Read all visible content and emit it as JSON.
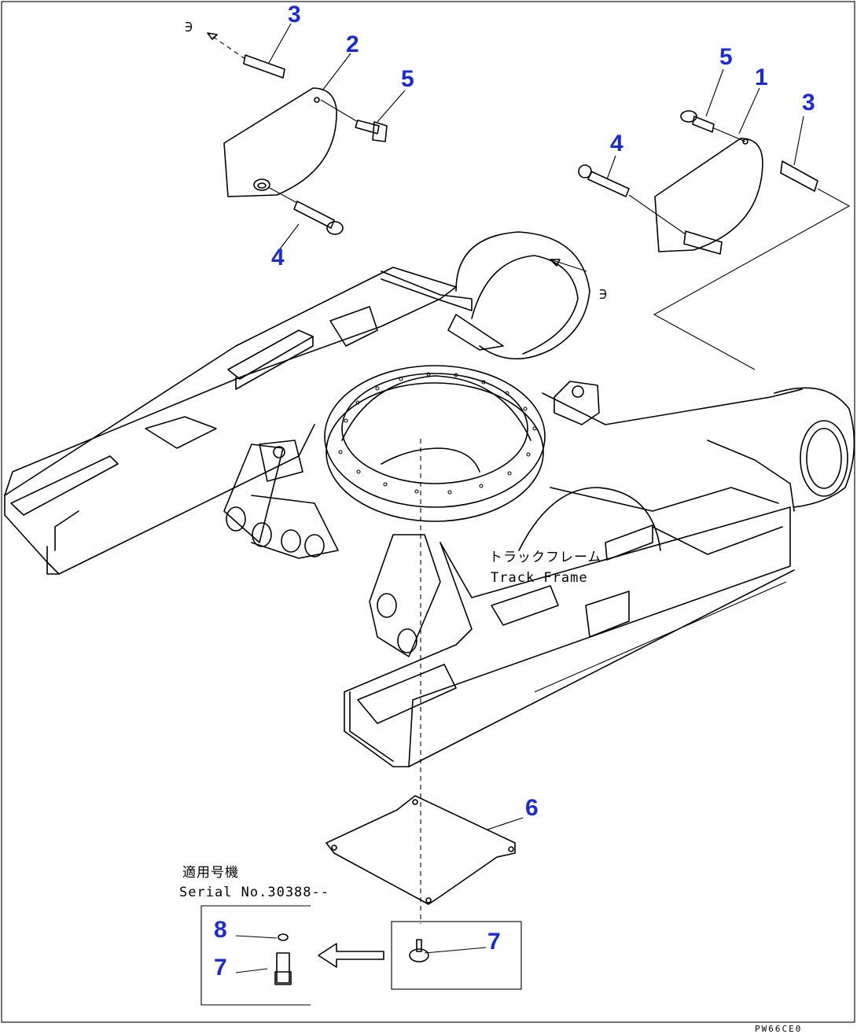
{
  "callouts": {
    "c1": "1",
    "c2": "2",
    "c3a": "3",
    "c3b": "3",
    "c4a": "4",
    "c4b": "4",
    "c5a": "5",
    "c5b": "5",
    "c6": "6",
    "c7a": "7",
    "c7b": "7",
    "c8": "8"
  },
  "labels": {
    "track_frame_jp": "トラックフレーム",
    "track_frame_en": "Track Frame",
    "serial_jp": "適用号機",
    "serial_en": "Serial No.30388--",
    "e_mark_1": "∋",
    "e_mark_2": "∋",
    "drawing_code": "PW66CE0"
  }
}
